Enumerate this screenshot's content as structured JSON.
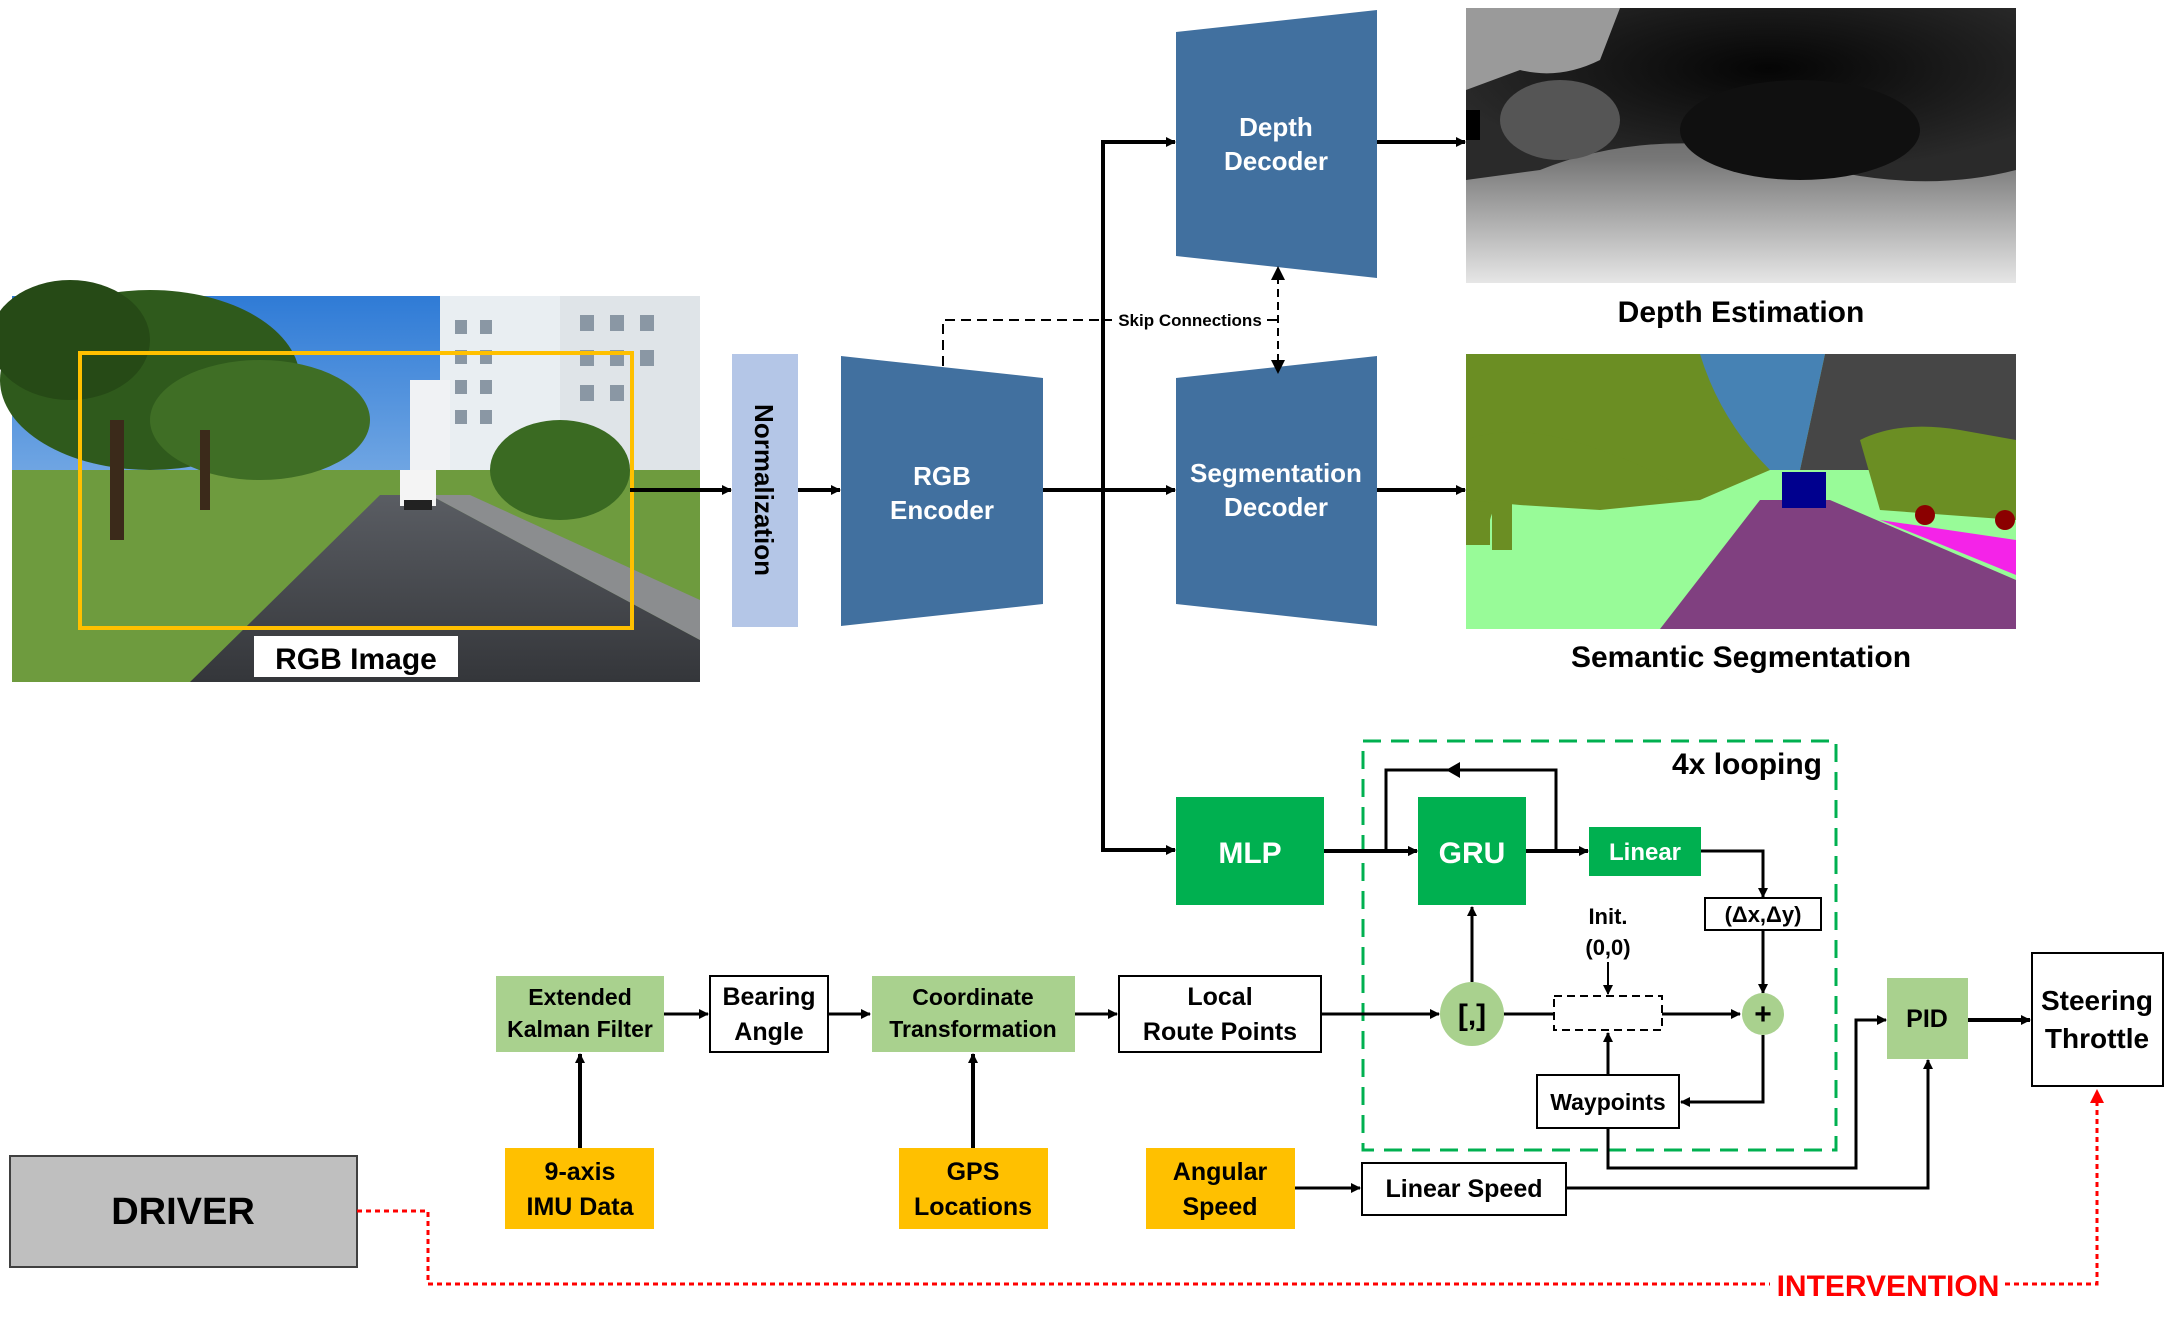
{
  "colors": {
    "blue_block": "#41709f",
    "norm_block": "#b4c6e7",
    "green_dark": "#00b050",
    "green_light": "#a9d18e",
    "orange": "#ffc000",
    "grey": "#bfbfbf",
    "intervention": "#ff0000",
    "loop_border": "#00b050",
    "crop_box": "#ffc000"
  },
  "images": {
    "rgb_image_label": "RGB Image",
    "depth_label": "Depth Estimation",
    "seg_label": "Semantic Segmentation"
  },
  "blocks": {
    "normalization": "Normalization",
    "rgb_encoder": [
      "RGB",
      "Encoder"
    ],
    "depth_decoder": [
      "Depth",
      "Decoder"
    ],
    "seg_decoder": [
      "Segmentation",
      "Decoder"
    ],
    "skip": "Skip Connections",
    "mlp": "MLP",
    "gru": "GRU",
    "linear": "Linear",
    "delta": "(Δx,Δy)",
    "init": [
      "Init.",
      "(0,0)"
    ],
    "concat": "[,]",
    "plus": "+",
    "waypoints": "Waypoints",
    "loop_title": "4x looping",
    "ekf": [
      "Extended",
      "Kalman Filter"
    ],
    "bearing": [
      "Bearing",
      "Angle"
    ],
    "coord": [
      "Coordinate",
      "Transformation"
    ],
    "local_route": [
      "Local",
      "Route Points"
    ],
    "imu": [
      "9-axis",
      "IMU Data"
    ],
    "gps": [
      "GPS",
      "Locations"
    ],
    "angular": [
      "Angular",
      "Speed"
    ],
    "linear_speed": "Linear Speed",
    "pid": "PID",
    "output": [
      "Steering",
      "Throttle"
    ],
    "driver": "DRIVER",
    "intervention": "INTERVENTION"
  }
}
